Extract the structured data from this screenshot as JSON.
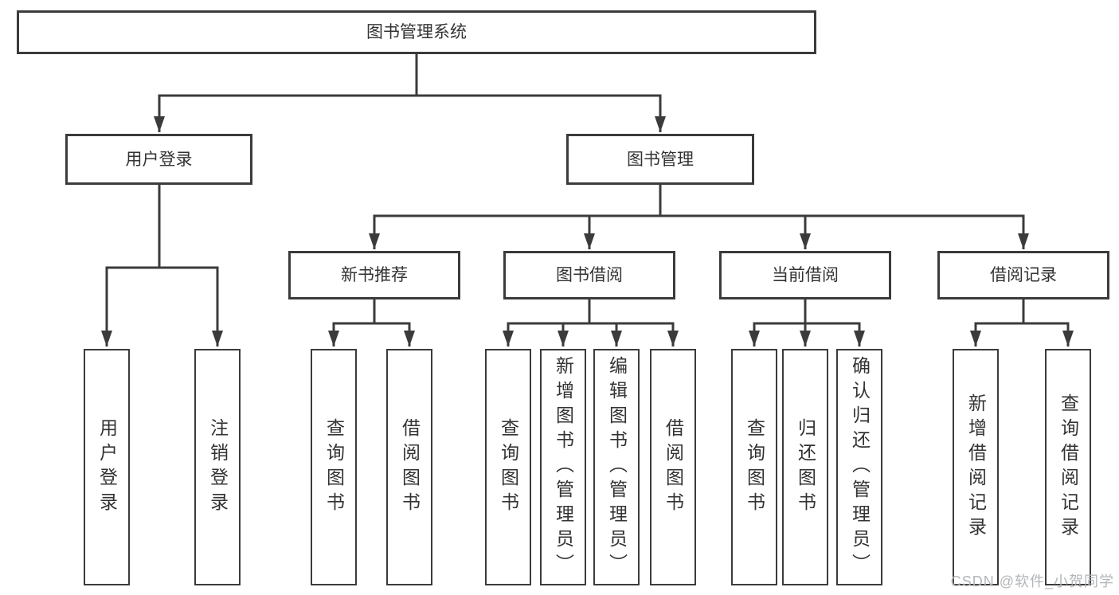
{
  "diagram": {
    "root": {
      "label": "图书管理系统"
    },
    "branches": [
      {
        "label": "用户登录",
        "leaves": [
          {
            "label": "用户登录"
          },
          {
            "label": "注销登录"
          }
        ]
      },
      {
        "label": "图书管理",
        "groups": [
          {
            "label": "新书推荐",
            "leaves": [
              {
                "label": "查询图书"
              },
              {
                "label": "借阅图书"
              }
            ]
          },
          {
            "label": "图书借阅",
            "leaves": [
              {
                "label": "查询图书"
              },
              {
                "label": "新增图书（管理员）"
              },
              {
                "label": "编辑图书（管理员）"
              },
              {
                "label": "借阅图书"
              }
            ]
          },
          {
            "label": "当前借阅",
            "leaves": [
              {
                "label": "查询图书"
              },
              {
                "label": "归还图书"
              },
              {
                "label": "确认归还（管理员）"
              }
            ]
          },
          {
            "label": "借阅记录",
            "leaves": [
              {
                "label": "新增借阅记录"
              },
              {
                "label": "查询借阅记录"
              }
            ]
          }
        ]
      }
    ],
    "watermark": "CSDN @软件_小贺同学",
    "colors": {
      "line": "#3b3b3b",
      "border": "#3b3b3b",
      "text": "#333333",
      "watermark": "#b3b6b9",
      "background": "#ffffff"
    }
  }
}
